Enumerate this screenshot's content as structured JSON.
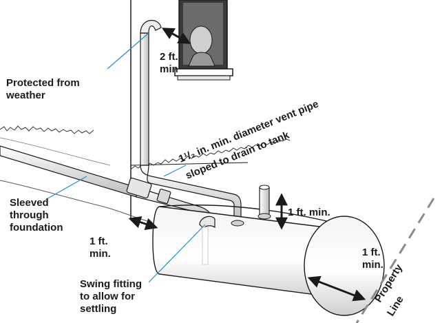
{
  "labels": {
    "protected_from_weather": "Protected from\nweather",
    "window_distance": "2 ft.\nmin",
    "vent_pipe_line1": "1¹/₂ in. min. diameter vent pipe",
    "vent_pipe_line2": "sloped to drain to tank",
    "sleeved_through_foundation": "Sleeved\nthrough\nfoundation",
    "foundation_distance": "1 ft.\nmin.",
    "vent_height": "1 ft. min.",
    "tank_end_distance": "1 ft.\nmin.",
    "swing_fitting": "Swing fitting\nto allow for\nsettling",
    "property_line": "Property\nLine"
  },
  "colors": {
    "leader_line": "#1f8fc8",
    "outline": "#1a1a1a",
    "property_line": "#8a8a8a"
  }
}
